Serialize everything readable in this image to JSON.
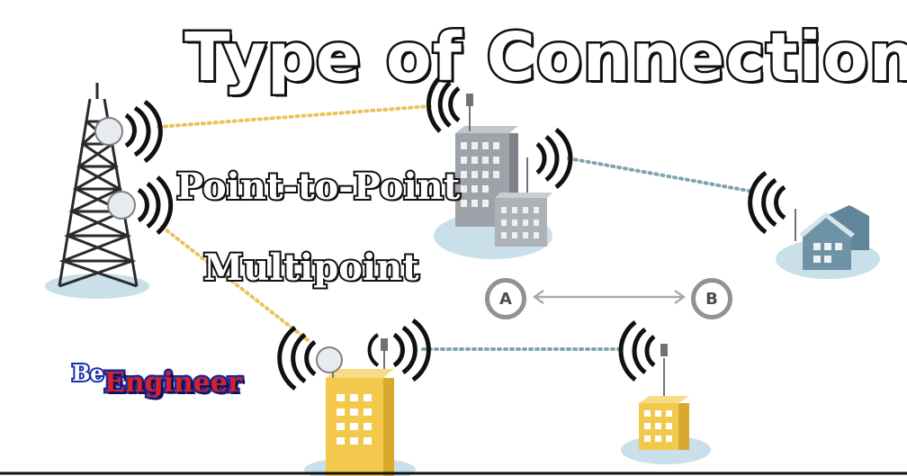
{
  "title": "Type of Connection",
  "labels": {
    "point_to_point": "Point-to-Point",
    "multipoint": "Multipoint"
  },
  "nodes": {
    "a": "A",
    "b": "B"
  },
  "logo": {
    "be": "Be",
    "engineer": "Engineer"
  },
  "colors": {
    "point_to_point_link": "#e8c45a",
    "multipoint_link": "#7ea7ad",
    "building_gray": "#9ea3aa",
    "building_yellow": "#f2c94c",
    "house_blue": "#6f93a6",
    "ground_blue": "#c9dfe9",
    "node_border": "#8f9296"
  }
}
